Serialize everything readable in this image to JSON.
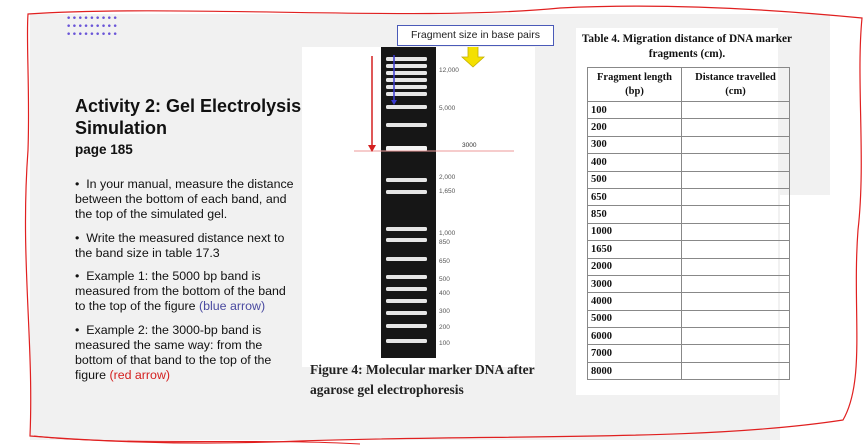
{
  "slide": {
    "title": "Activity 2: Gel Electrolysis Simulation",
    "subtitle": "page 185",
    "bullets": [
      {
        "text": "In your manual, measure the distance between the bottom of each band, and the top of the simulated gel."
      },
      {
        "text": "Write the measured distance next to the band size in table 17.3"
      },
      {
        "text": "Example 1: the 5000 bp band is measured from the bottom of the band to the top of the figure ",
        "highlight": "(blue arrow)"
      },
      {
        "text": "Example 2: the 3000-bp band is measured the same way: from the bottom of that band to the top of the figure ",
        "highlight": "(red arrow)"
      }
    ]
  },
  "gel": {
    "annotation_label": "Fragment size in base pairs",
    "marker_3000_label": "3000",
    "ladder_labels": [
      "12,000",
      "5,000",
      "2,000",
      "1,650",
      "1,000",
      "850",
      "650",
      "500",
      "400",
      "300",
      "200",
      "100"
    ],
    "caption": "Figure 4:  Molecular marker DNA after agarose gel electrophoresis"
  },
  "table": {
    "caption": "Table 4. Migration distance of DNA marker  fragments (cm).",
    "headers": [
      "Fragment length (bp)",
      "Distance travelled (cm)"
    ],
    "rows": [
      "100",
      "200",
      "300",
      "400",
      "500",
      "650",
      "850",
      "1000",
      "1650",
      "2000",
      "3000",
      "4000",
      "5000",
      "6000",
      "7000",
      "8000"
    ]
  },
  "colors": {
    "border": "#e02020",
    "blue_arrow": "#3a3ad0",
    "red_arrow": "#d42020",
    "dots": "#6a55d8",
    "yellow_arrow": "#f4e000"
  }
}
